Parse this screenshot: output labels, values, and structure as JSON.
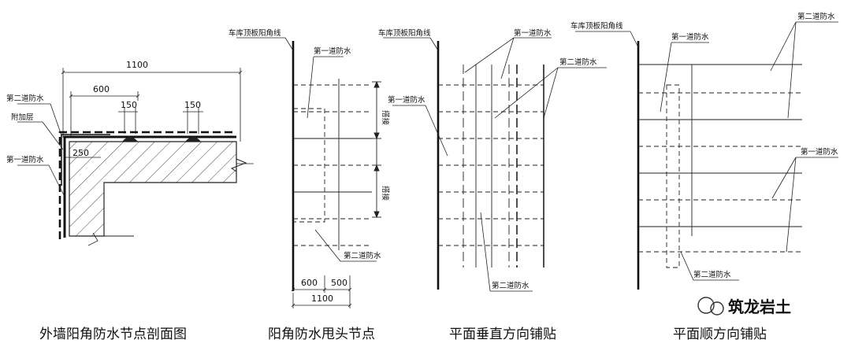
{
  "section": {
    "dims": {
      "total": "1100",
      "d600": "600",
      "d150a": "150",
      "d150b": "150",
      "d250": "250"
    },
    "labels": {
      "second": "第二道防水",
      "added": "附加层",
      "first": "第一道防水"
    },
    "caption": "外墙阳角防水节点剖面图"
  },
  "end": {
    "top_line": "车库顶板阳角线",
    "first": "第一道防水",
    "second": "第二道防水",
    "side_a": "搭接",
    "side_b": "搭接",
    "dims": {
      "d600": "600",
      "d500": "500",
      "total": "1100"
    },
    "caption": "阳角防水甩头节点"
  },
  "vertical": {
    "top_line": "车库顶板阳角线",
    "first_a": "第一道防水",
    "first_b": "第一道防水",
    "second_a": "第二道防水",
    "second_b": "第二道防水",
    "caption": "平面垂直方向铺贴"
  },
  "parallel": {
    "top_line": "车库顶板阳角线",
    "first_a": "第一道防水",
    "first_b": "第一道防水",
    "second_a": "第二道防水",
    "second_b": "第二道防水",
    "caption": "平面顺方向铺贴"
  },
  "watermark": {
    "text": "筑龙岩土"
  }
}
